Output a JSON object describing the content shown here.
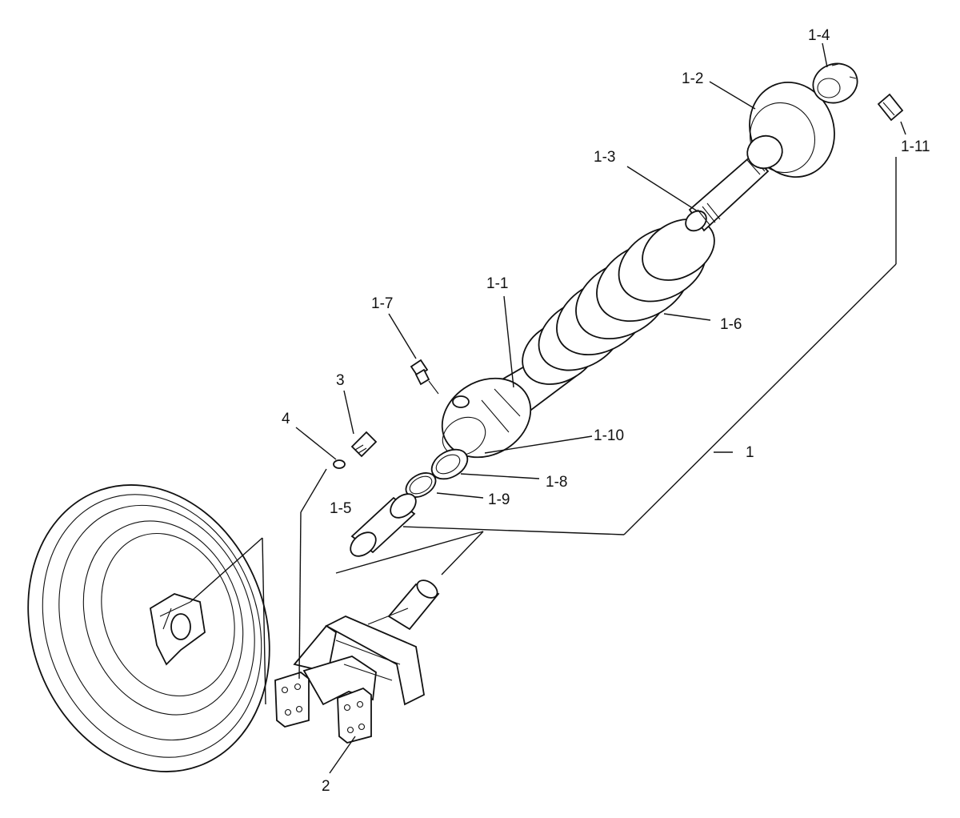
{
  "labels": {
    "l1": "1",
    "l1_1": "1-1",
    "l1_2": "1-2",
    "l1_3": "1-3",
    "l1_4": "1-4",
    "l1_5": "1-5",
    "l1_6": "1-6",
    "l1_7": "1-7",
    "l1_8": "1-8",
    "l1_9": "1-9",
    "l1_10": "1-10",
    "l1_11": "1-11",
    "l2": "2",
    "l3": "3",
    "l4": "4"
  }
}
